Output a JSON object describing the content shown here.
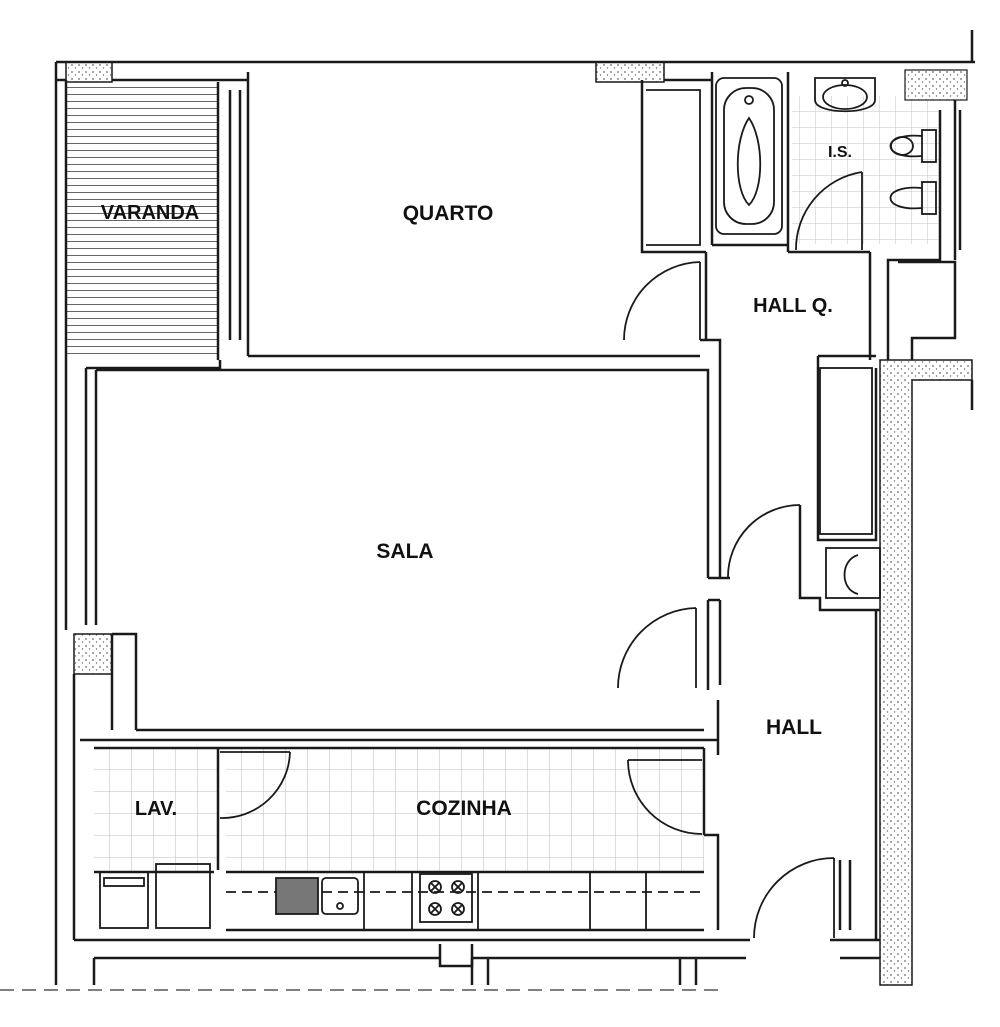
{
  "rooms": {
    "varanda": "VARANDA",
    "quarto": "QUARTO",
    "ts": "I.S.",
    "hall_q": "HALL Q.",
    "sala": "SALA",
    "hall": "HALL",
    "lav": "LAV.",
    "cozinha": "COZINHA"
  },
  "colors": {
    "wall": "#1a1a1a",
    "background": "#ffffff",
    "stipple": "#6a6a6a",
    "tile": "#bdbdbd"
  }
}
